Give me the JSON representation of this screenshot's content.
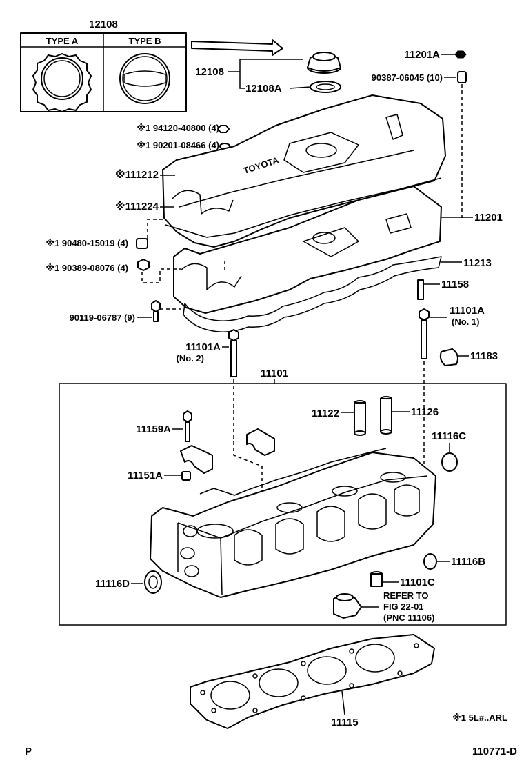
{
  "callouts": {
    "top_ref": "12108",
    "type_a": "TYPE A",
    "type_b": "TYPE B",
    "cap": "12108",
    "cap_gasket": "12108A",
    "nut_11201a": "11201A",
    "grommet_90387": "90387-06045 (10)",
    "nut_94120": "※1 94120-40800 (4)",
    "washer_90201": "※1 90201-08466 (4)",
    "cover_111212": "※111212",
    "gasket_111224": "※111224",
    "cover_11201": "11201",
    "grommet_90480": "※1 90480-15019 (4)",
    "stud_90389": "※1 90389-08076 (4)",
    "gasket_11213": "11213",
    "stud_11158": "11158",
    "bolt_90119": "90119-06787 (9)",
    "bolt_11101a_no1": "11101A",
    "bolt_11101a_no1_sub": "(No. 1)",
    "bolt_11101a_no2": "11101A",
    "bolt_11101a_no2_sub": "(No. 2)",
    "plug_11183": "11183",
    "head_11101": "11101",
    "guide_11122": "11122",
    "guide_11126": "11126",
    "bolt_11159a": "11159A",
    "plug_11116c": "11116C",
    "pin_11151a": "11151A",
    "plug_11116b": "11116B",
    "plug_11116d": "11116D",
    "pin_11101c": "11101C",
    "refer_1": "REFER TO",
    "refer_2": "FIG 22-01",
    "refer_3": "(PNC 11106)",
    "head_gasket_11115": "11115",
    "footnote": "※1 5L#..ARL",
    "page_letter": "P",
    "figure_id": "110771-D"
  },
  "cover_brand": "TOYOTA"
}
